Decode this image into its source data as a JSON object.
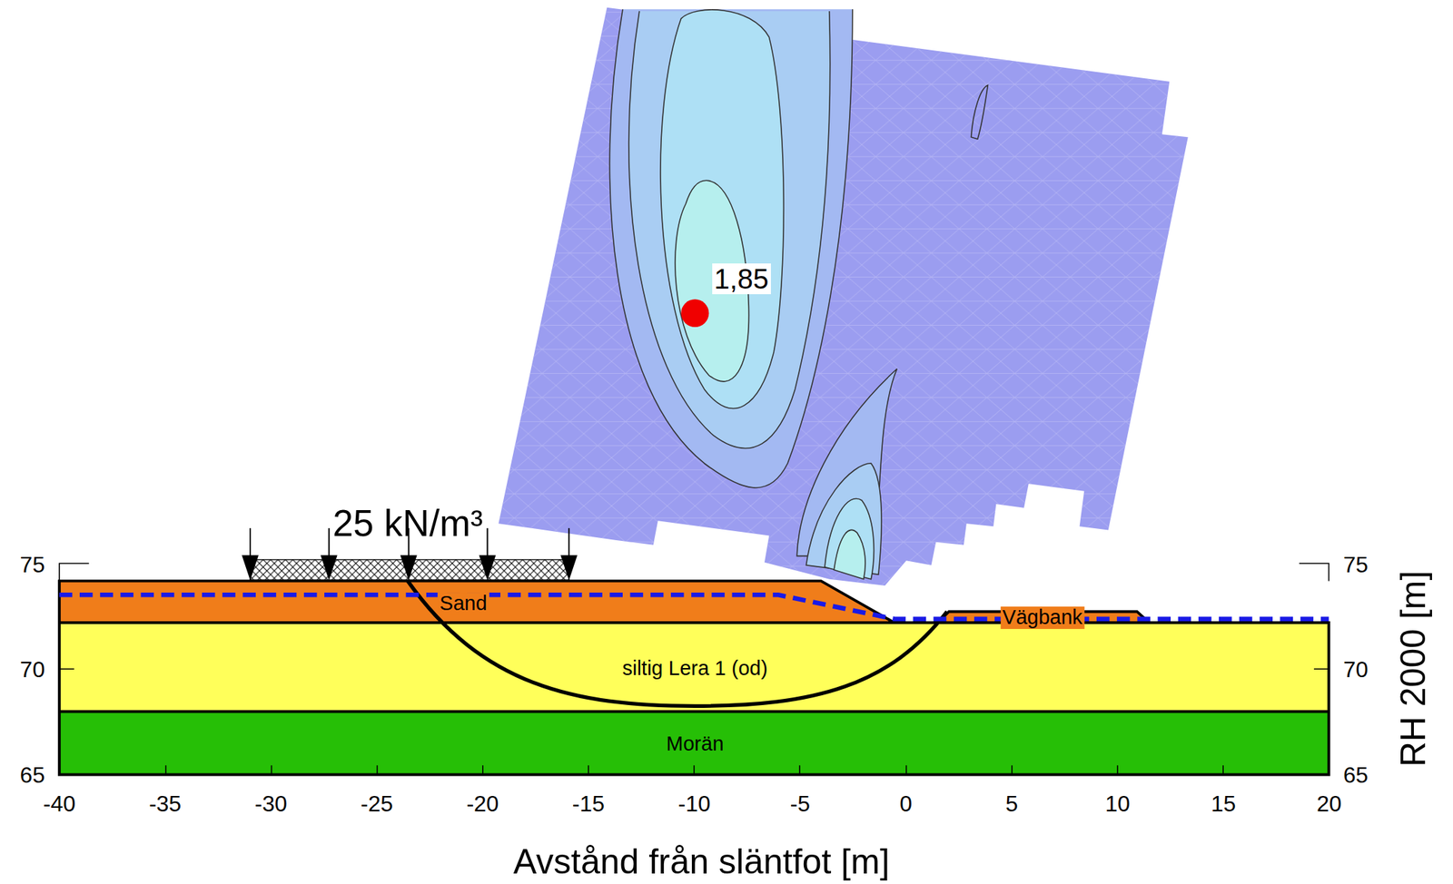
{
  "diagram": {
    "nodes": [
      {
        "text": [
          "Sand"
        ]
      },
      {
        "text": [
          "Vägbank"
        ]
      },
      {
        "text": [
          "siltig Lera 1 (od)"
        ]
      },
      {
        "text": [
          "Morän"
        ]
      }
    ],
    "labels": [
      "25 kN/m³",
      "1,85",
      "75",
      "70",
      "65",
      "75",
      "70",
      "65",
      "-40",
      "-35",
      "-30",
      "-25",
      "-20",
      "-15",
      "-10",
      "-5",
      "0",
      "5",
      "10",
      "15",
      "20",
      "Avstånd från släntfot [m]",
      "RH 2000 [m]"
    ]
  }
}
